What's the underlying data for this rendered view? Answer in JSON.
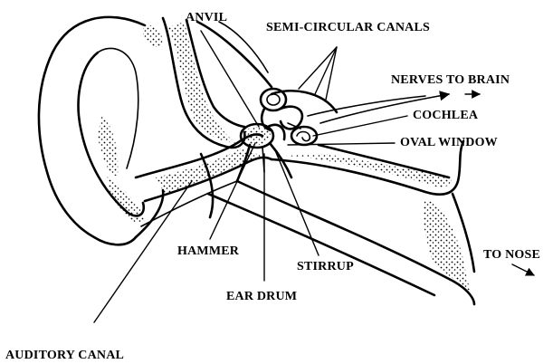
{
  "labels": {
    "anvil": "ANVIL",
    "semicircular_canals": "SEMI-CIRCULAR CANALS",
    "nerves_to_brain": "NERVES TO BRAIN",
    "cochlea": "COCHLEA",
    "oval_window": "OVAL WINDOW",
    "to_nose": "TO NOSE",
    "hammer": "HAMMER",
    "stirrup": "STIRRUP",
    "ear_drum": "EAR DRUM",
    "auditory_canal": "AUDITORY CANAL"
  },
  "colors": {
    "ink": "#000000",
    "paper": "#ffffff"
  }
}
